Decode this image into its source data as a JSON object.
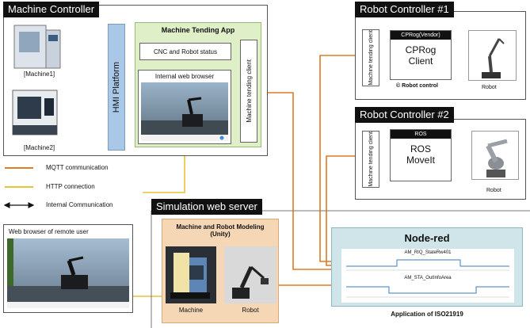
{
  "machine_controller": {
    "title": "Machine Controller",
    "machine1_label": "[Machine1]",
    "machine2_label": "[Machine2]",
    "hmi_label": "HMI Platform",
    "app_title": "Machine Tending App",
    "cnc_status": "CNC and Robot status",
    "browser_label": "Internal web browser",
    "client_label": "Machine tending client"
  },
  "robot1": {
    "title": "Robot Controller #1",
    "client_label": "Machine tending client",
    "vendor_header": "CPRog(Vendor)",
    "vendor_name_line1": "CPRog",
    "vendor_name_line2": "Client",
    "control_label": "© Robot control",
    "robot_label": "Robot"
  },
  "robot2": {
    "title": "Robot Controller #2",
    "client_label": "Machine tending client",
    "ros_header": "ROS",
    "ros_line1": "ROS",
    "ros_line2": "MoveIt",
    "robot_label": "Robot"
  },
  "legend": {
    "mqtt": "MQTT communication",
    "http": "HTTP connection",
    "internal": "Internal Communication"
  },
  "remote": {
    "title": "Web browser of remote user"
  },
  "sim_server": {
    "title": "Simulation web server",
    "modeling_line1": "Machine and Robot Modeling",
    "modeling_line2": "(Unity)",
    "machine_label": "Machine",
    "robot_label": "Robot"
  },
  "nodered": {
    "title": "Node-red",
    "caption": "Application of ISO21919",
    "chart1_title": "AM_RIQ_StateRw401",
    "chart2_title": "AM_STA_OutInfoArea"
  },
  "colors": {
    "mqtt": "#e07b22",
    "http": "#e8c23a",
    "hmi": "#a9c7e6",
    "app_bg": "#dff0c9",
    "nodered_bg": "#cfe5ea",
    "modeling_bg": "#f5d7b6"
  }
}
